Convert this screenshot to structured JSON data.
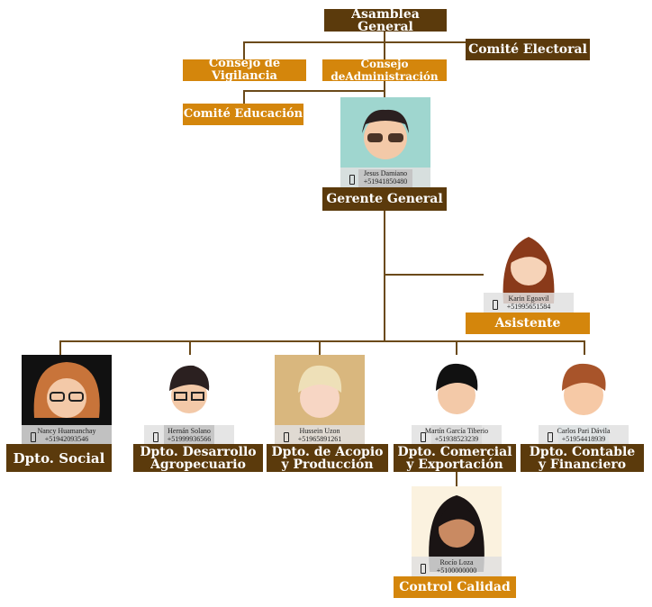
{
  "boxes": {
    "asamblea": "Asamblea General",
    "electoral": "Comité Electoral",
    "vigilancia": "Consejo de Vigilancia",
    "administracion": "Consejo deAdministración",
    "educacion": "Comité Educación",
    "gerente": "Gerente General",
    "asistente": "Asistente",
    "social": "Dpto. Social",
    "desarrollo": [
      "Dpto. Desarrollo",
      "Agropecuario"
    ],
    "acopio": [
      "Dpto. de Acopio",
      "y Producción"
    ],
    "comercial": [
      "Dpto. Comercial",
      "y Exportación"
    ],
    "contable": [
      "Dpto. Contable",
      "y Financiero"
    ],
    "calidad": "Control Calidad"
  },
  "people": {
    "gerente": {
      "name": "Jesus Damiano",
      "phone": "+51941850480"
    },
    "asistente": {
      "name": "Karin Egoavil",
      "phone": "+51995651584"
    },
    "social": {
      "name": "Nancy Huamanchay",
      "phone": "+51942093546"
    },
    "desarrollo": {
      "name": "Hernán Solano",
      "phone": "+51999936566"
    },
    "acopio": {
      "name": "Hussein Uzon",
      "phone": "+51965891261"
    },
    "comercial": {
      "name": "Martín García Tiberio",
      "phone": "+51938523239"
    },
    "contable": {
      "name": "Carlos Pari Dávila",
      "phone": "+51954418939"
    },
    "calidad": {
      "name": "Rocío Loza",
      "phone": "+5100000000"
    }
  },
  "colors": {
    "dark": "#5b3a0c",
    "orange": "#d4860c",
    "line": "#6b4a1a"
  }
}
